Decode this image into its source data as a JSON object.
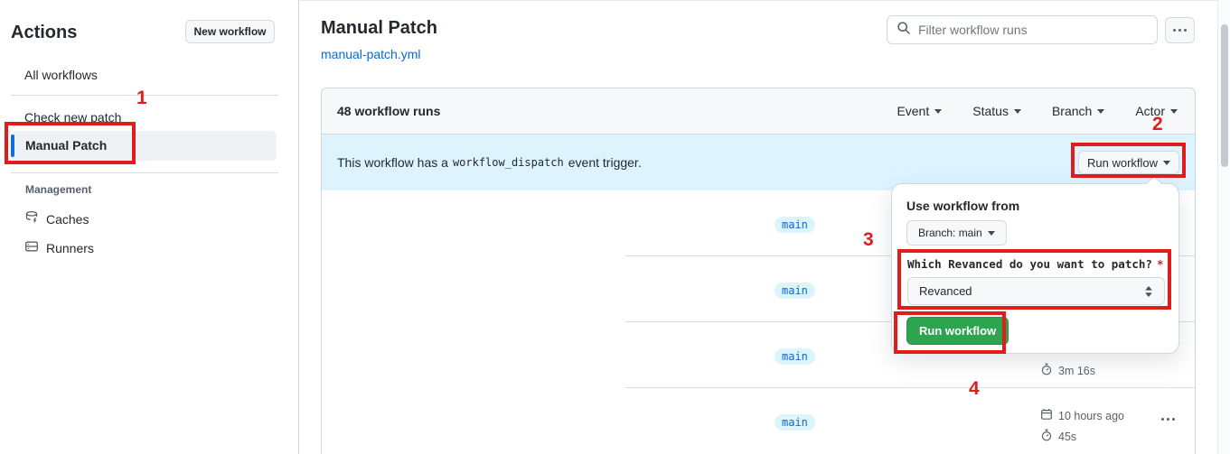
{
  "sidebar": {
    "title": "Actions",
    "new_workflow_button": "New workflow",
    "items": [
      {
        "label": "All workflows"
      },
      {
        "label": "Check new patch"
      },
      {
        "label": "Manual Patch"
      }
    ],
    "management": {
      "heading": "Management",
      "items": [
        {
          "label": "Caches"
        },
        {
          "label": "Runners"
        }
      ]
    }
  },
  "header": {
    "title": "Manual Patch",
    "file_link": "manual-patch.yml",
    "filter_placeholder": "Filter workflow runs"
  },
  "runs_panel": {
    "count_label": "48 workflow runs",
    "filters": [
      {
        "label": "Event"
      },
      {
        "label": "Status"
      },
      {
        "label": "Branch"
      },
      {
        "label": "Actor"
      }
    ],
    "banner": {
      "text_before": "This workflow has a",
      "code": "workflow_dispatch",
      "text_after": "event trigger.",
      "run_workflow_button": "Run workflow"
    },
    "rows": [
      {
        "branch": "main"
      },
      {
        "branch": "main"
      },
      {
        "branch": "main",
        "duration": "3m 16s"
      },
      {
        "branch": "main",
        "time": "10 hours ago",
        "duration": "45s"
      }
    ]
  },
  "run_dialog": {
    "heading": "Use workflow from",
    "branch_selector": "Branch: main",
    "input_label": "Which Revanced do you want to patch?",
    "required_mark": "*",
    "input_value": "Revanced",
    "submit_button": "Run workflow"
  },
  "annotations": {
    "step1": "1",
    "step2": "2",
    "step3": "3",
    "step4": "4",
    "highlight_color": "#e11c1c"
  },
  "colors": {
    "accent_blue": "#0969da",
    "banner_blue": "#ddf4ff",
    "success_green": "#2da44e",
    "tab_indicator": "#fd8c73"
  }
}
